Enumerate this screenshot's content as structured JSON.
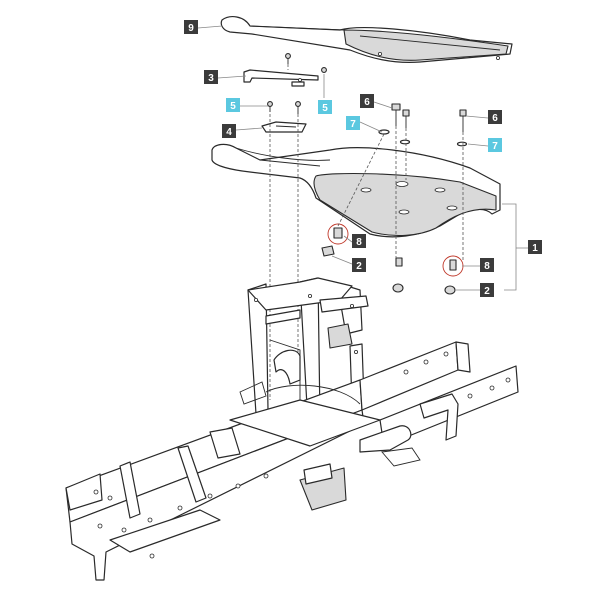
{
  "colors": {
    "callout_dark": "#3b3b3b",
    "callout_cyan": "#5bc8e0",
    "callout_text_dark": "#ffffff",
    "callout_text_cyan": "#ffffff",
    "highlight_ring": "#c0392b"
  },
  "callouts": [
    {
      "id": "c9",
      "label": "9",
      "style": "dark"
    },
    {
      "id": "c3",
      "label": "3",
      "style": "dark"
    },
    {
      "id": "c5a",
      "label": "5",
      "style": "cyan"
    },
    {
      "id": "c5b",
      "label": "5",
      "style": "cyan"
    },
    {
      "id": "c4",
      "label": "4",
      "style": "dark"
    },
    {
      "id": "c6a",
      "label": "6",
      "style": "dark"
    },
    {
      "id": "c7a",
      "label": "7",
      "style": "cyan"
    },
    {
      "id": "c6b",
      "label": "6",
      "style": "dark"
    },
    {
      "id": "c7b",
      "label": "7",
      "style": "cyan"
    },
    {
      "id": "c8a",
      "label": "8",
      "style": "dark"
    },
    {
      "id": "c2a",
      "label": "2",
      "style": "dark"
    },
    {
      "id": "c1",
      "label": "1",
      "style": "dark"
    },
    {
      "id": "c8b",
      "label": "8",
      "style": "dark"
    },
    {
      "id": "c2b",
      "label": "2",
      "style": "dark"
    }
  ]
}
